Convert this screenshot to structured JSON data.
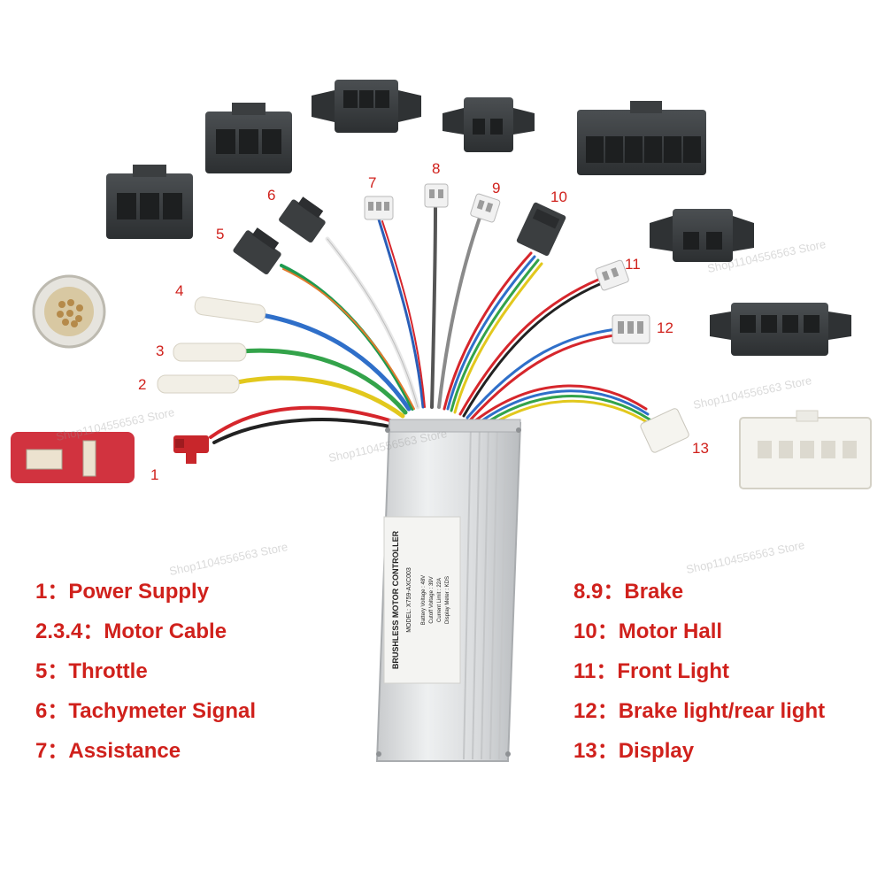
{
  "watermark": "Shop1104556563 Store",
  "controller": {
    "title": "BRUSHLESS MOTOR CONTROLLER",
    "model": "MODEL: X759-AXC003",
    "specs": [
      "Battery Voltage : 48V",
      "Cutoff Voltage : 39V",
      "Current Limit : 22A",
      "Display Meter : KDS"
    ]
  },
  "wire_numbers": [
    "1",
    "2",
    "3",
    "4",
    "5",
    "6",
    "7",
    "8",
    "9",
    "10",
    "11",
    "12",
    "13"
  ],
  "legend_left": [
    {
      "key": "1：",
      "desc": "Power Supply"
    },
    {
      "key": "2.3.4：",
      "desc": "Motor Cable"
    },
    {
      "key": "5：",
      "desc": "Throttle"
    },
    {
      "key": "6：",
      "desc": "Tachymeter Signal"
    },
    {
      "key": "7：",
      "desc": "Assistance"
    }
  ],
  "legend_right": [
    {
      "key": "8.9：",
      "desc": "Brake"
    },
    {
      "key": "10：",
      "desc": "Motor Hall"
    },
    {
      "key": "11：",
      "desc": "Front Light"
    },
    {
      "key": "12：",
      "desc": "Brake light/rear light"
    },
    {
      "key": "13：",
      "desc": "Display"
    }
  ],
  "colors": {
    "label_red": "#d0211c",
    "controller_body": "#d6d8da",
    "connector_dark": "#3a3d3f"
  }
}
